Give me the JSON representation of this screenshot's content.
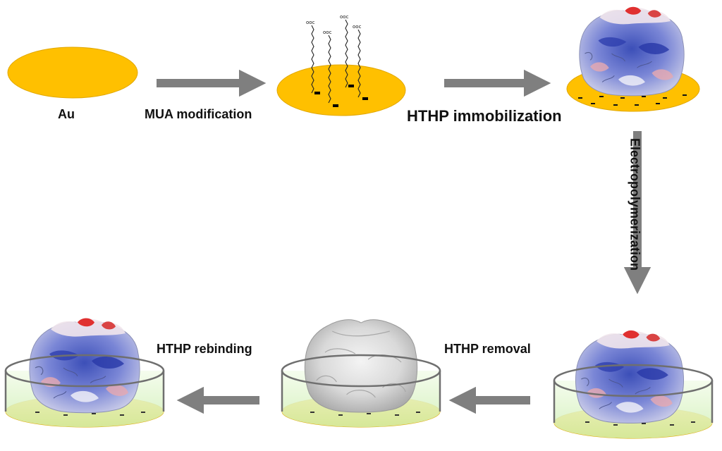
{
  "diagram": {
    "labels": {
      "au": "Au",
      "mua_modification": "MUA modification",
      "hthp_immobilization": "HTHP immobilization",
      "electropolymerization": "Electropolymerization",
      "hthp_removal": "HTHP removal",
      "hthp_rebinding": "HTHP rebinding"
    },
    "colors": {
      "gold": "#FFC000",
      "arrow": "#7F7F7F",
      "polymer_film": "#DDF5C6",
      "protein_blue": "#4B5FC8",
      "protein_red": "#E03030",
      "imprint_gray": "#D0D0D0"
    }
  }
}
